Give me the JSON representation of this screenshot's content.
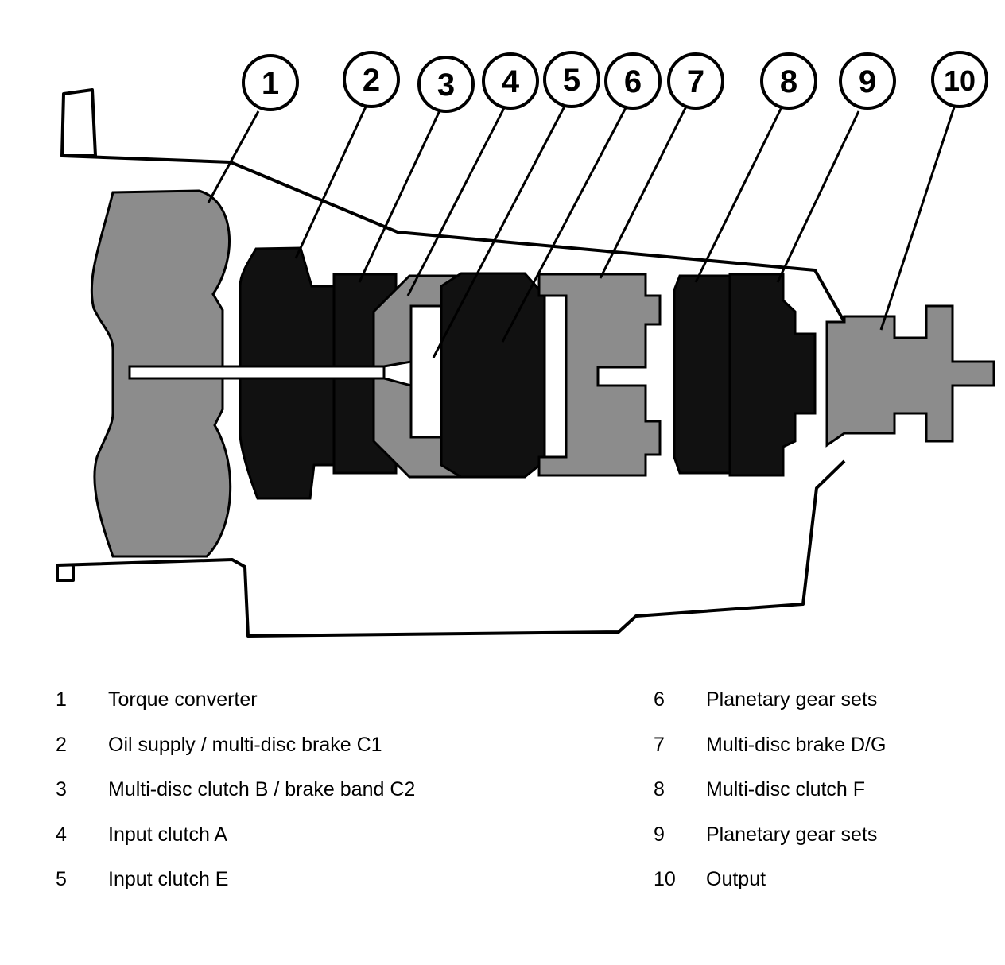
{
  "callouts": [
    {
      "number": "1"
    },
    {
      "number": "2"
    },
    {
      "number": "3"
    },
    {
      "number": "4"
    },
    {
      "number": "5"
    },
    {
      "number": "6"
    },
    {
      "number": "7"
    },
    {
      "number": "8"
    },
    {
      "number": "9"
    },
    {
      "number": "10"
    }
  ],
  "legend": {
    "left": [
      {
        "number": "1",
        "label": "Torque converter"
      },
      {
        "number": "2",
        "label": "Oil supply / multi-disc brake C1"
      },
      {
        "number": "3",
        "label": "Multi-disc clutch B / brake band C2"
      },
      {
        "number": "4",
        "label": "Input clutch A"
      },
      {
        "number": "5",
        "label": "Input clutch E"
      }
    ],
    "right": [
      {
        "number": "6",
        "label": "Planetary gear sets"
      },
      {
        "number": "7",
        "label": "Multi-disc brake D/G"
      },
      {
        "number": "8",
        "label": "Multi-disc clutch F"
      },
      {
        "number": "9",
        "label": "Planetary gear sets"
      },
      {
        "number": "10",
        "label": "Output"
      }
    ]
  },
  "colors": {
    "dark": "#111111",
    "gray": "#8c8c8c",
    "outline": "#000000",
    "background": "#ffffff"
  }
}
